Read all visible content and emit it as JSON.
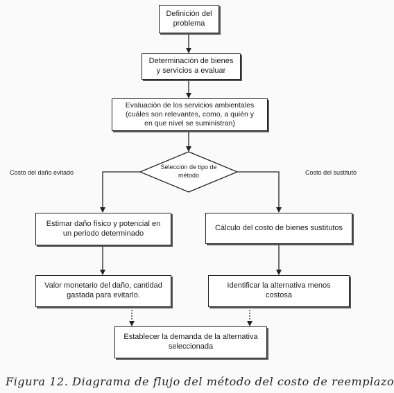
{
  "nodes": {
    "definicion": "Definición del\nproblema",
    "determinacion": "Determinación de bienes\ny servicios a evaluar",
    "evaluacion": "Evaluación de los servicios ambientales\n(cuáles son relevantes, como, a quién y\nen que nivel se suministran)",
    "seleccion": "Selección de tipo de\nmétodo",
    "estimar": "Estimar daño físico y potencial en\nun periodo determinado",
    "calculo": "Cálculo del costo de bienes sustitutos",
    "valor": "Valor monetario del daño, cantidad\ngastada para evitarlo.",
    "identificar": "Identificar la alternativa menos\ncostosa",
    "establecer": "Establecer la demanda de la alternativa\nseleccionada"
  },
  "branch_labels": {
    "left": "Costo del daño evitado",
    "right": "Costo del sustituto"
  },
  "caption": "Figura 12. Diagrama de flujo del método del costo de reemplazo",
  "colors": {
    "line": "#222222",
    "box_fill": "#ffffff",
    "shadow": "#555555"
  }
}
